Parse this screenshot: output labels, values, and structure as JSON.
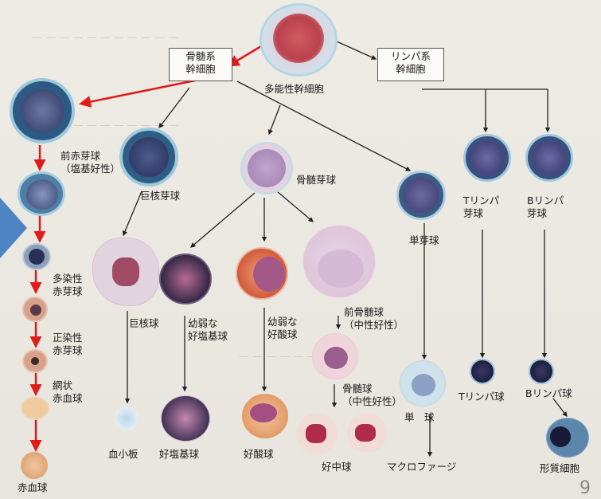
{
  "title_box_myeloid": [
    "骨髄系",
    "幹細胞"
  ],
  "title_box_lymphoid": [
    "リンパ系",
    "幹細胞"
  ],
  "labels": {
    "pluripotent": "多能性幹細胞",
    "proerythroblast": [
      "前赤芽球",
      "（塩基好性）"
    ],
    "megakaryoblast": "巨核芽球",
    "myeloblast": "骨髄芽球",
    "monoblast": "単芽球",
    "t_lymphoblast": [
      "Tリンパ",
      "芽球"
    ],
    "b_lymphoblast": [
      "Bリンパ",
      "芽球"
    ],
    "polychromatic": [
      "多染性",
      "赤芽球"
    ],
    "megakaryocyte": "巨核球",
    "young_basophil": [
      "幼弱な",
      "好塩基球"
    ],
    "young_eosinophil": [
      "幼弱な",
      "好酸球"
    ],
    "promyelocyte": [
      "前骨髄球",
      "（中性好性）"
    ],
    "orthochromatic": [
      "正染性",
      "赤芽球"
    ],
    "myelocyte": [
      "骨髄球",
      "（中性好性）"
    ],
    "monocyte": "単　球",
    "t_lymphocyte": "Tリンパ球",
    "b_lymphocyte": "Bリンパ球",
    "reticulocyte": [
      "網状",
      "赤血球"
    ],
    "platelet": "血小板",
    "basophil": "好塩基球",
    "eosinophil": "好酸球",
    "neutrophil": "好中球",
    "macrophage": "マクロファージ",
    "plasma_cell": "形質細胞",
    "erythrocyte": "赤血球"
  },
  "page_number": "9",
  "colors": {
    "red_arrow": "#e01b1b",
    "black_arrow": "#222222",
    "side_marker": "#4e84c4"
  }
}
